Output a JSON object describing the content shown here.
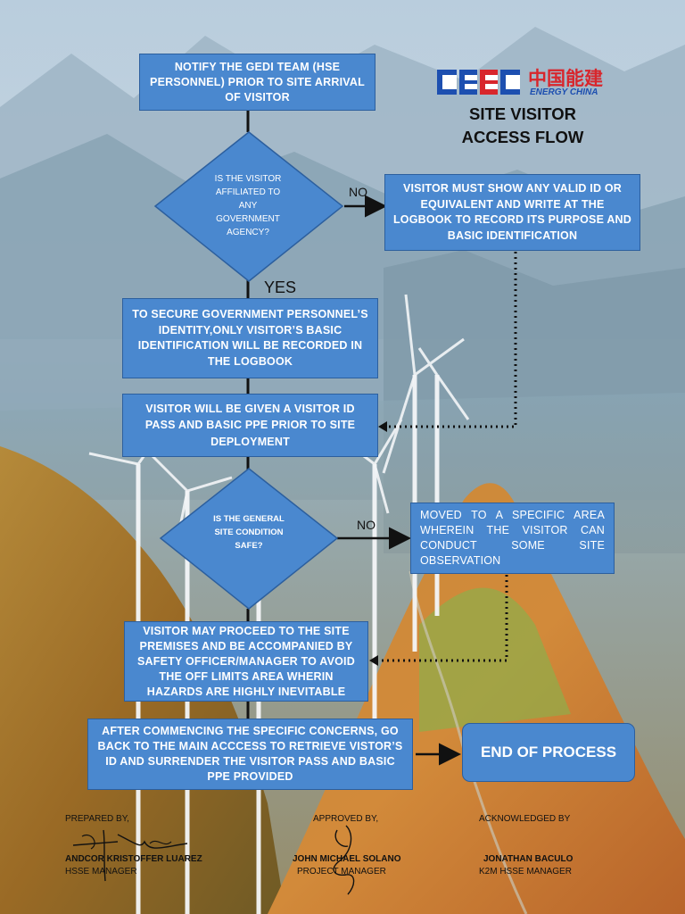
{
  "header": {
    "logo_text": "中国能建",
    "logo_sub": "ENERGY CHINA",
    "title_line1": "SITE VISITOR",
    "title_line2": "ACCESS FLOW"
  },
  "flow": {
    "step1": "NOTIFY THE GEDI TEAM (HSE PERSONNEL) PRIOR TO SITE ARRIVAL OF VISITOR",
    "decision1": "IS THE VISITOR AFFILIATED TO ANY GOVERNMENT AGENCY?",
    "no1": "NO",
    "no1_action": "VISITOR MUST SHOW ANY VALID ID OR EQUIVALENT AND WRITE AT THE LOGBOOK TO RECORD ITS PURPOSE AND BASIC IDENTIFICATION",
    "yes1": "YES",
    "step2": "TO SECURE GOVERNMENT PERSONNEL’S IDENTITY,ONLY VISITOR’S BASIC IDENTIFICATION WILL BE RECORDED IN THE LOGBOOK",
    "step3": "VISITOR WILL BE GIVEN A VISITOR ID PASS AND BASIC PPE PRIOR TO SITE DEPLOYMENT",
    "decision2": "IS THE GENERAL SITE CONDITION SAFE?",
    "no2": "NO",
    "no2_action": "MOVED TO A SPECIFIC AREA WHEREIN THE VISITOR CAN CONDUCT SOME SITE OBSERVATION",
    "step4": "VISITOR MAY PROCEED TO THE SITE PREMISES AND BE ACCOMPANIED BY SAFETY OFFICER/MANAGER TO AVOID THE OFF LIMITS AREA WHERIN HAZARDS ARE HIGHLY INEVITABLE",
    "step5": "AFTER COMMENCING THE SPECIFIC CONCERNS, GO BACK TO THE MAIN ACCCESS TO RETRIEVE VISTOR’S ID AND SURRENDER THE VISITOR PASS AND BASIC PPE PROVIDED",
    "end": "END OF PROCESS"
  },
  "signatories": [
    {
      "heading": "PREPARED BY,",
      "name": "ANDCOR KRISTOFFER LUAREZ",
      "role": "HSSE MANAGER"
    },
    {
      "heading": "APPROVED BY,",
      "name": "JOHN MICHAEL SOLANO",
      "role": "PROJECT MANAGER"
    },
    {
      "heading": "ACKNOWLEDGED BY",
      "name": "JONATHAN BACULO",
      "role": "K2M HSSE MANAGER"
    }
  ],
  "colors": {
    "box_fill": "#4a88cf",
    "box_border": "#2c5f9e",
    "logo_blue": "#1d4fb0",
    "logo_red": "#d8262c"
  }
}
